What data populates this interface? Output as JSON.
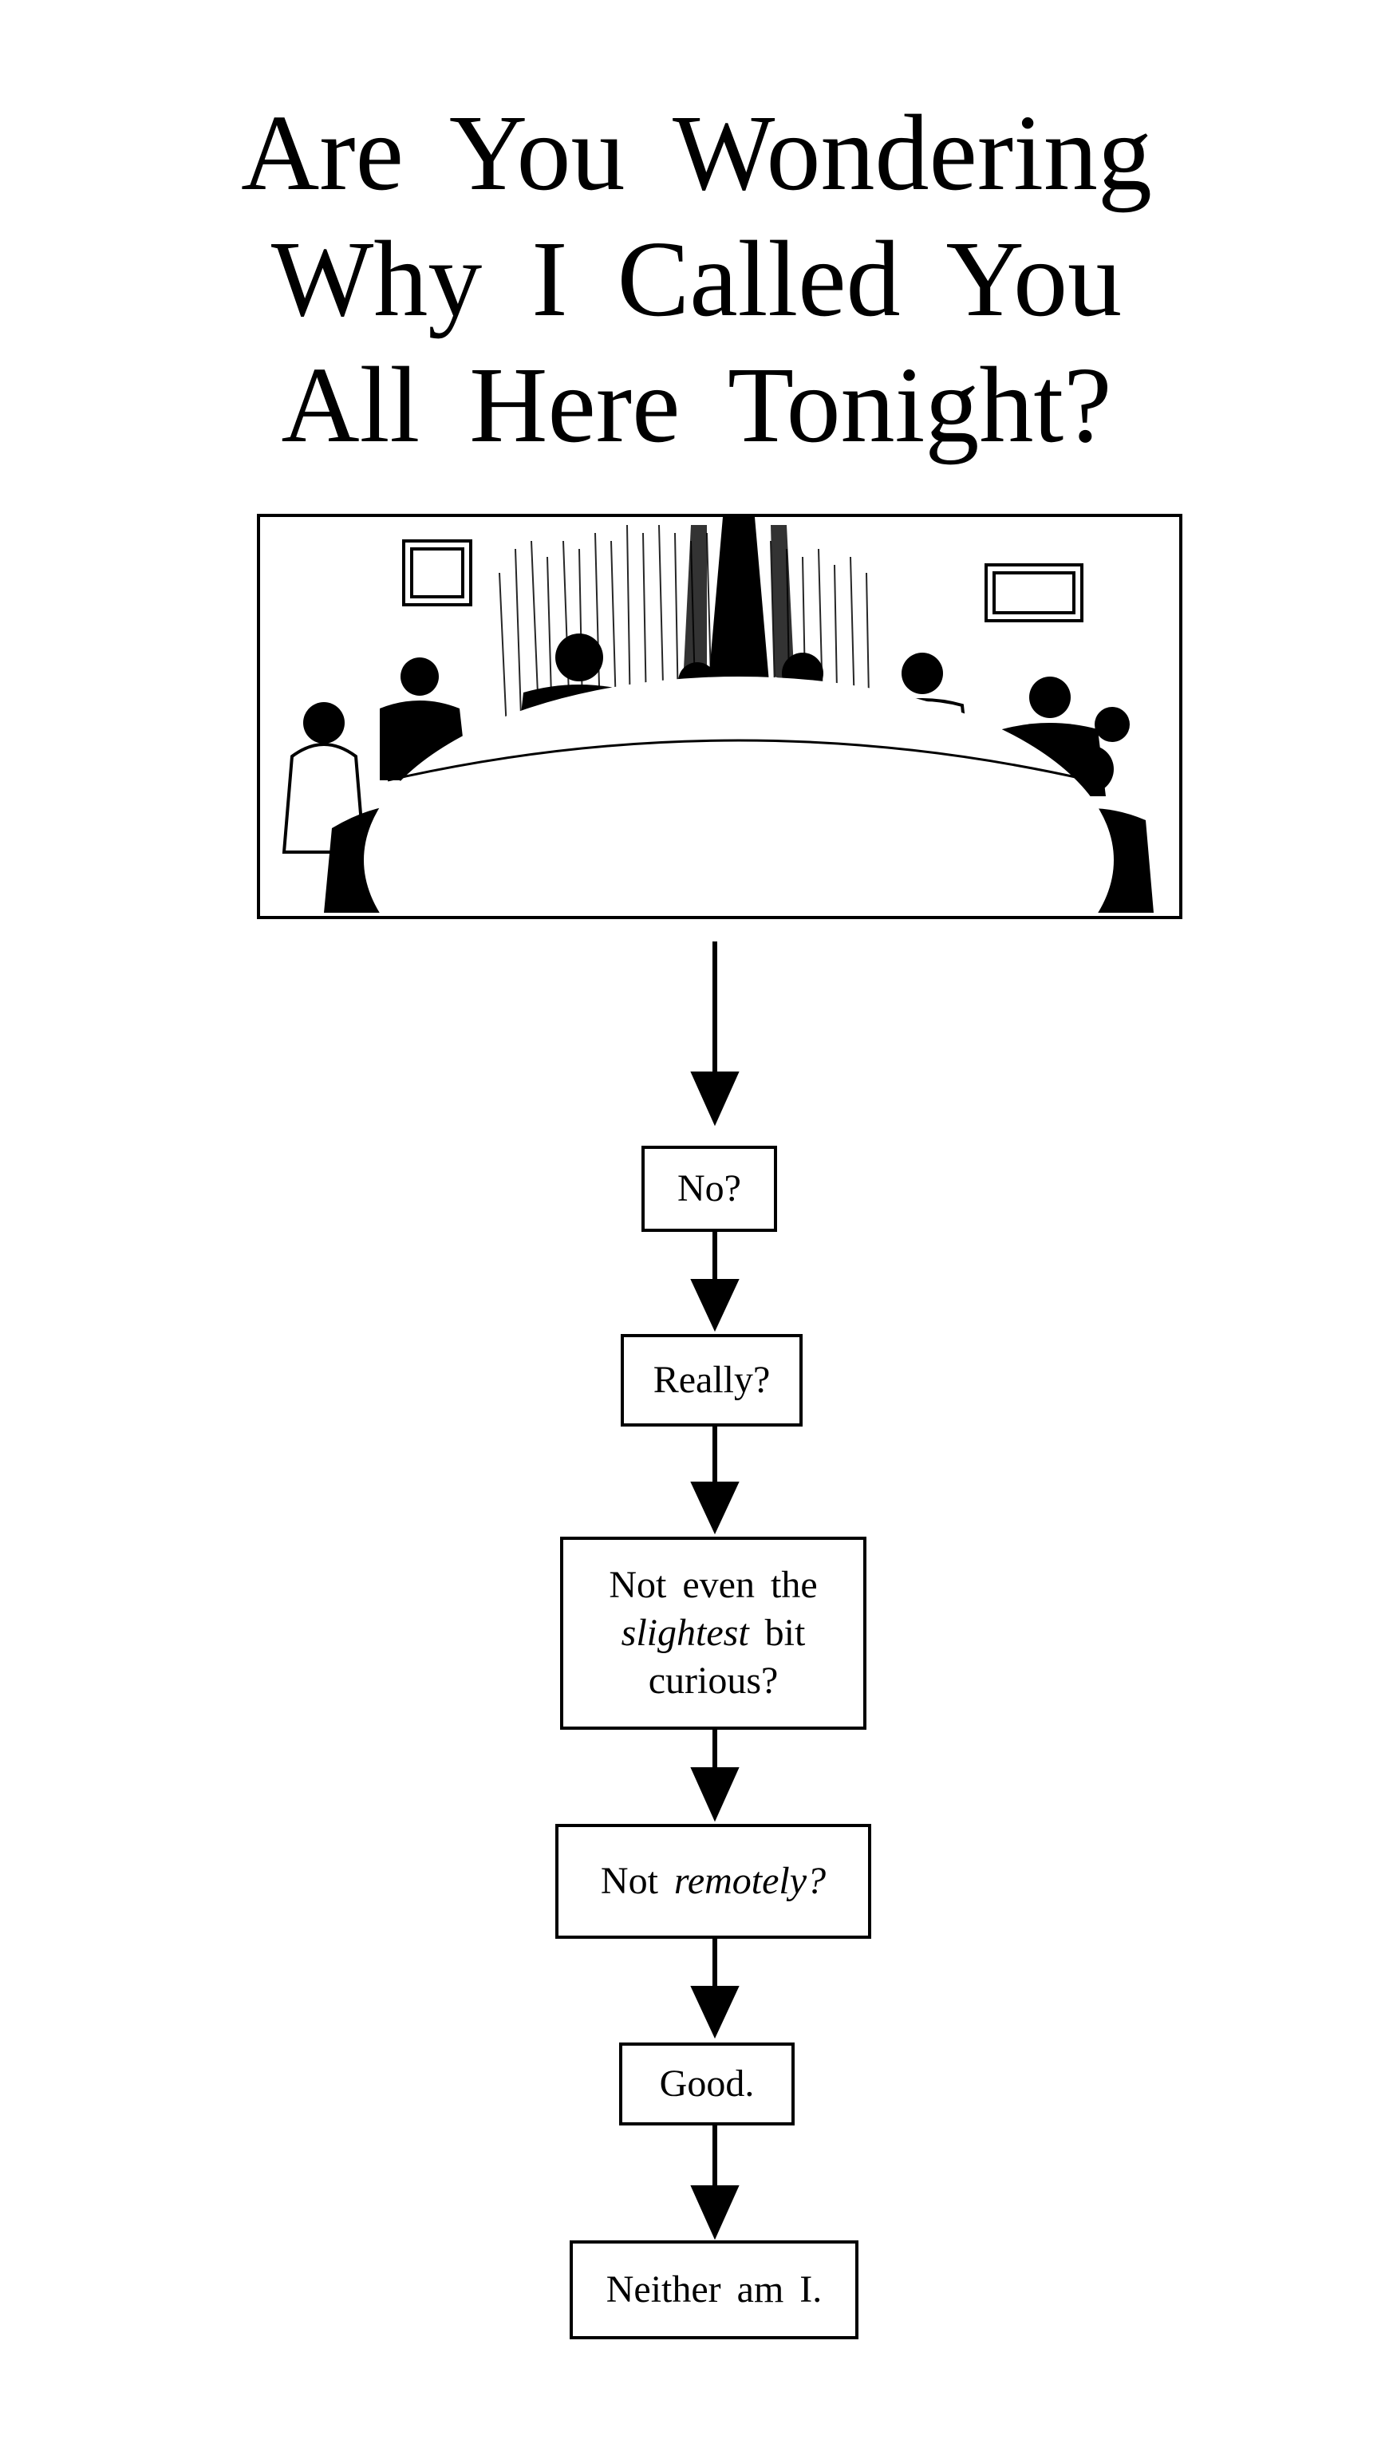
{
  "title": {
    "line_1": "Are You Wondering",
    "line_2": "Why I Called You",
    "line_3": "All Here Tonight?"
  },
  "illustration": {
    "icon": "dinner-party-engraving"
  },
  "flowchart": {
    "step_1": "No?",
    "step_2": "Really?",
    "step_3": {
      "line_1": "Not even the",
      "line_2_em": "slightest",
      "line_2_rest": " bit",
      "line_3": "curious?"
    },
    "step_4": {
      "pre": "Not ",
      "em": "remotely?"
    },
    "step_5": "Good.",
    "step_6": "Neither am I."
  },
  "colors": {
    "ink": "#000000",
    "paper": "#ffffff"
  }
}
